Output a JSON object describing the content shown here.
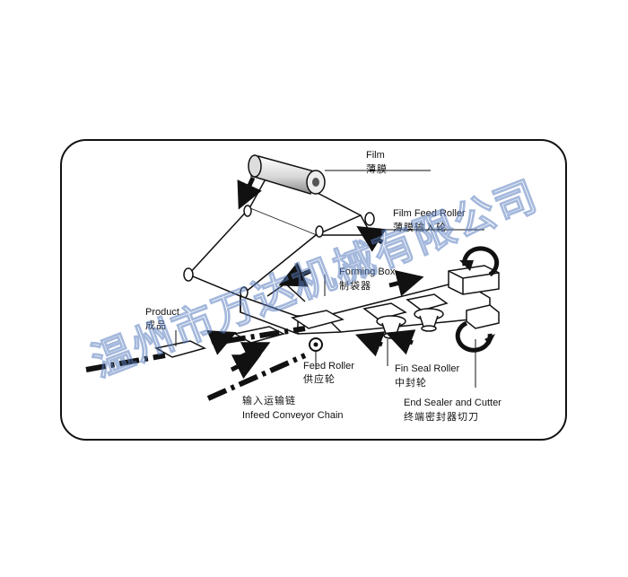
{
  "labels": {
    "film_en": "Film",
    "film_cn": "薄膜",
    "film_feed_roller_en": "Film Feed Roller",
    "film_feed_roller_cn": "薄膜输入轮",
    "forming_box_en": "Forming Box",
    "forming_box_cn": "制袋器",
    "product_en": "Product",
    "product_cn": "成品",
    "feed_roller_en": "Feed Roller",
    "feed_roller_cn": "供应轮",
    "fin_seal_roller_en": "Fin Seal Roller",
    "fin_seal_roller_cn": "中封轮",
    "end_sealer_en": "End Sealer and Cutter",
    "end_sealer_cn": "终端密封器切刀",
    "infeed_cn": "输入运输链",
    "infeed_en": "Infeed Conveyor Chain"
  },
  "watermark": "温州市万达机械有限公司",
  "colors": {
    "line": "#111111",
    "watermark": "#5b7fc0"
  }
}
